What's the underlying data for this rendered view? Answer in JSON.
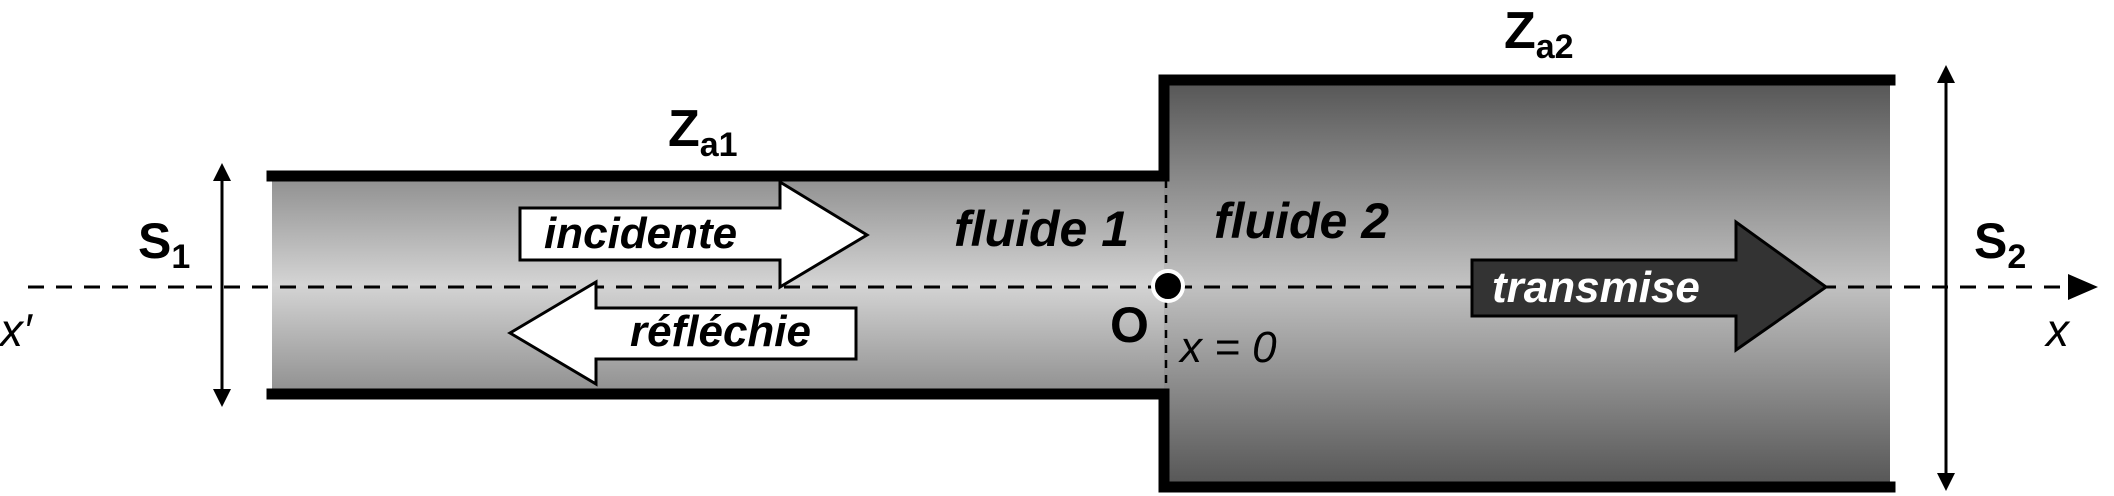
{
  "diagram": {
    "labels": {
      "za1": {
        "main": "Z",
        "sub": "a1"
      },
      "za2": {
        "main": "Z",
        "sub": "a2"
      },
      "s1": {
        "main": "S",
        "sub": "1"
      },
      "s2": {
        "main": "S",
        "sub": "2"
      },
      "fluid1": "fluide 1",
      "fluid2": "fluide 2",
      "origin": "O",
      "origin_eq": "x = 0",
      "axis_left": "x′",
      "axis_right": "x"
    },
    "waves": {
      "incident": "incidente",
      "reflected": "réfléchie",
      "transmitted": "transmise"
    },
    "colors": {
      "wall": "#000000",
      "tube1_edge": "#8f8f8f",
      "tube1_center": "#d4d4d4",
      "tube2_edge": "#555555",
      "tube2_center": "#c2c2c2",
      "arrow_light": "#ffffff",
      "arrow_dark": "#333333"
    }
  }
}
